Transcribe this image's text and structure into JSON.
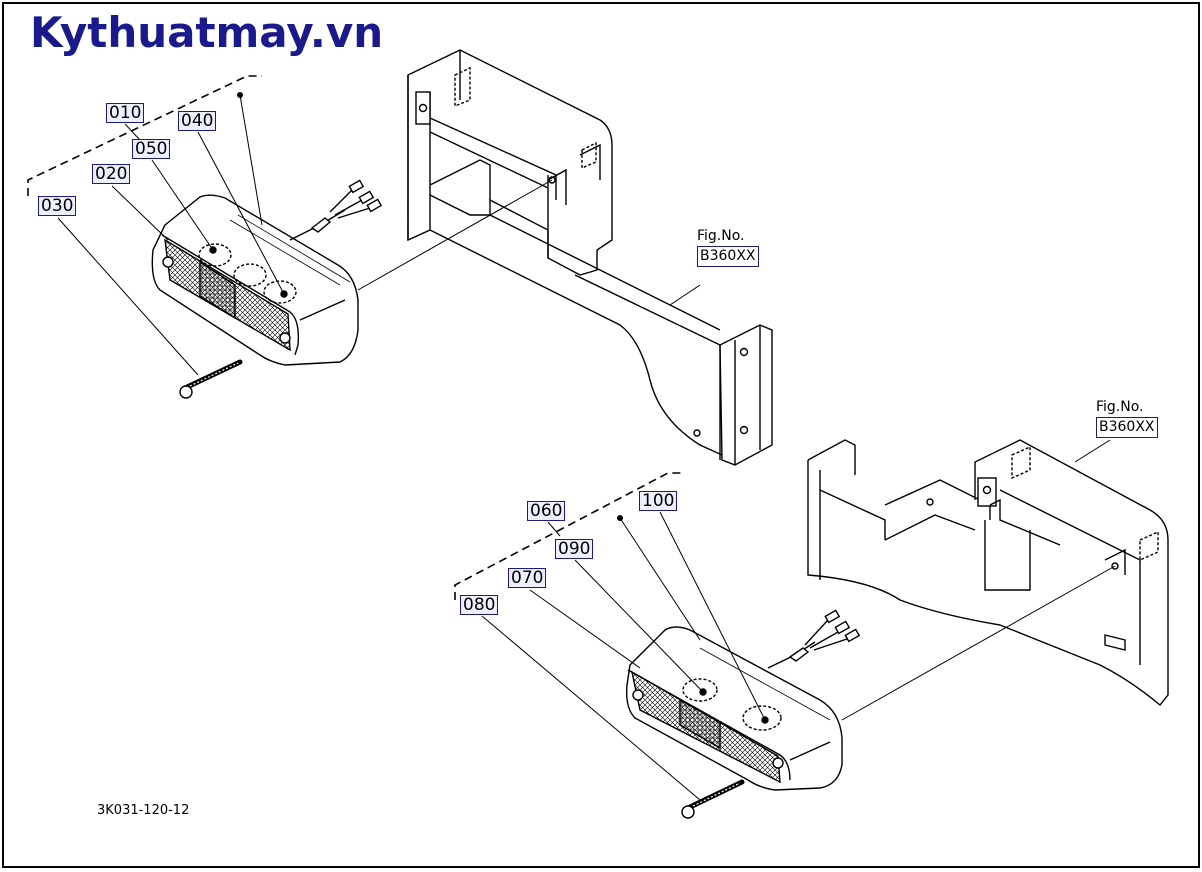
{
  "brand": {
    "text": "Kythuatmay.vn"
  },
  "callouts": {
    "c010": "010",
    "c040": "040",
    "c050": "050",
    "c020": "020",
    "c030": "030",
    "c060": "060",
    "c100": "100",
    "c090": "090",
    "c070": "070",
    "c080": "080"
  },
  "fig_refs": [
    {
      "label": "Fig.No.",
      "number": "B360XX"
    },
    {
      "label": "Fig.No.",
      "number": "B360XX"
    }
  ],
  "diagram_code": "3K031-120-12",
  "colors": {
    "brand": "#1a1a8c",
    "line": "#000000",
    "callout_bg": "#eef0ff"
  }
}
